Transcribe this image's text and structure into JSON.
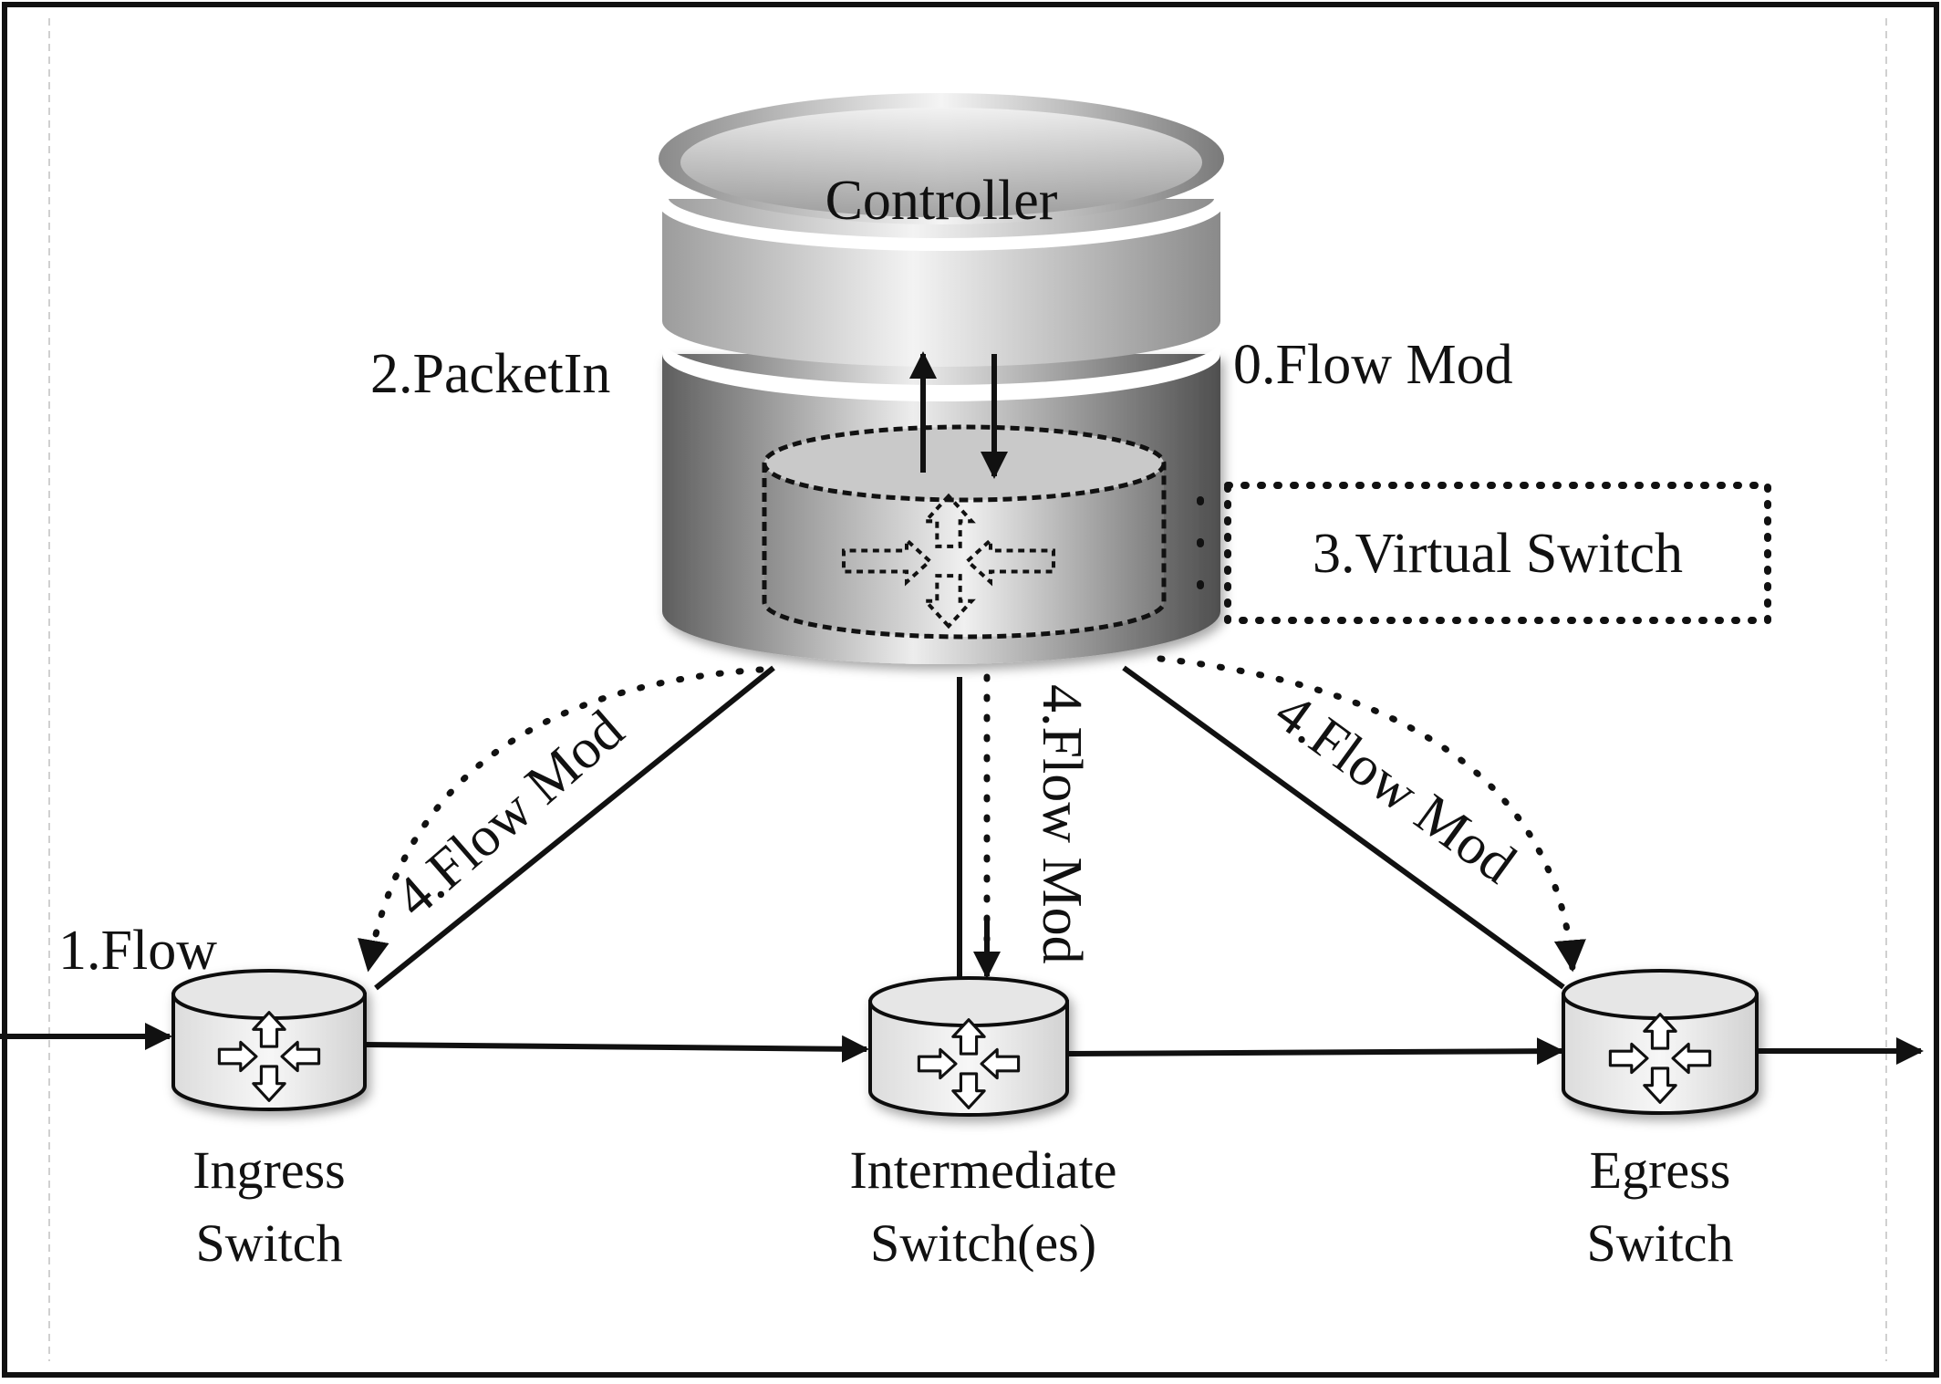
{
  "diagram": {
    "controller": {
      "label": "Controller"
    },
    "labels": {
      "flow_mod_0": "0.Flow Mod",
      "flow_1": "1.Flow",
      "packet_in_2": "2.PacketIn",
      "virtual_switch_3": "3.Virtual Switch",
      "flow_mod_4_left": "4.Flow Mod",
      "flow_mod_4_center": "4.Flow Mod",
      "flow_mod_4_right": "4.Flow Mod"
    },
    "switches": [
      {
        "line1": "Ingress",
        "line2": "Switch"
      },
      {
        "line1": "Intermediate",
        "line2": "Switch(es)"
      },
      {
        "line1": "Egress",
        "line2": "Switch"
      }
    ]
  }
}
